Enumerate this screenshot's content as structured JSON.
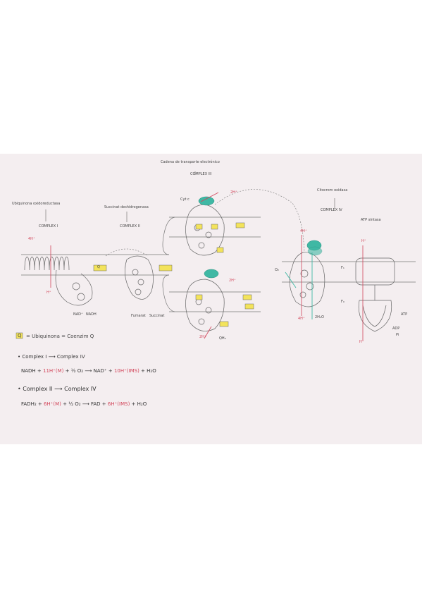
{
  "header": {
    "title": "Cadena de transporte electrónico",
    "complex_iii": "COMPLEX III"
  },
  "complexes": {
    "c1_name": "Ubiquinona oxidoreductasa",
    "c1_label": "COMPLEX I",
    "c2_name": "Succinat deshidrogenasa",
    "c2_label": "COMPLEX II",
    "c4_name": "Citocrom oxidasa",
    "c4_label": "COMPLEX IV",
    "atp_label": "ATP sintasa"
  },
  "diagram_labels": {
    "h4_c1": "4H⁺",
    "h4_c3": "2H⁺",
    "h_c4": "4H⁺",
    "h_atp": "H⁺",
    "h_c3_top": "2H⁺",
    "nad": "NAD⁺",
    "nadh": "NADH",
    "h_bottom_c1": "H⁺",
    "fumarat": "Fumarat",
    "succinat": "Succinat",
    "h2o": "2H₂O",
    "q_label": "Q",
    "qh2_label": "QH₂",
    "cyt_c": "Cyt c",
    "atp": "ATP",
    "adp": "ADP",
    "pi": "Pi",
    "f0": "F₀",
    "f1": "F₁",
    "h_bottom_c3": "2H⁺",
    "h_bottom_c4": "4H⁺",
    "h_bottom_atp": "H⁺",
    "o2": "O₂"
  },
  "legend": {
    "box": "Q",
    "text": "= Ubiquinona = Coenzim Q"
  },
  "equations": {
    "h1": "• Complex I ⟶ Complex IV",
    "e1_a": "NADH + ",
    "e1_b": "11H⁺(M)",
    "e1_c": " + ½ O₂ ⟶ NAD⁺ + ",
    "e1_d": "10H⁺(IMS)",
    "e1_e": " + H₂O",
    "h2": "• Complex II ⟶ Complex IV",
    "e2_a": "FADH₂ + ",
    "e2_b": "6H⁺(M)",
    "e2_c": " + ½ O₂ ⟶ FAD + ",
    "e2_d": "6H⁺(IMS)",
    "e2_e": " + H₂O"
  },
  "colors": {
    "paper": "#f4eef0",
    "ink": "#555555",
    "red": "#d2455a",
    "teal": "#3fb8a4",
    "yellow": "#f3e35b"
  }
}
